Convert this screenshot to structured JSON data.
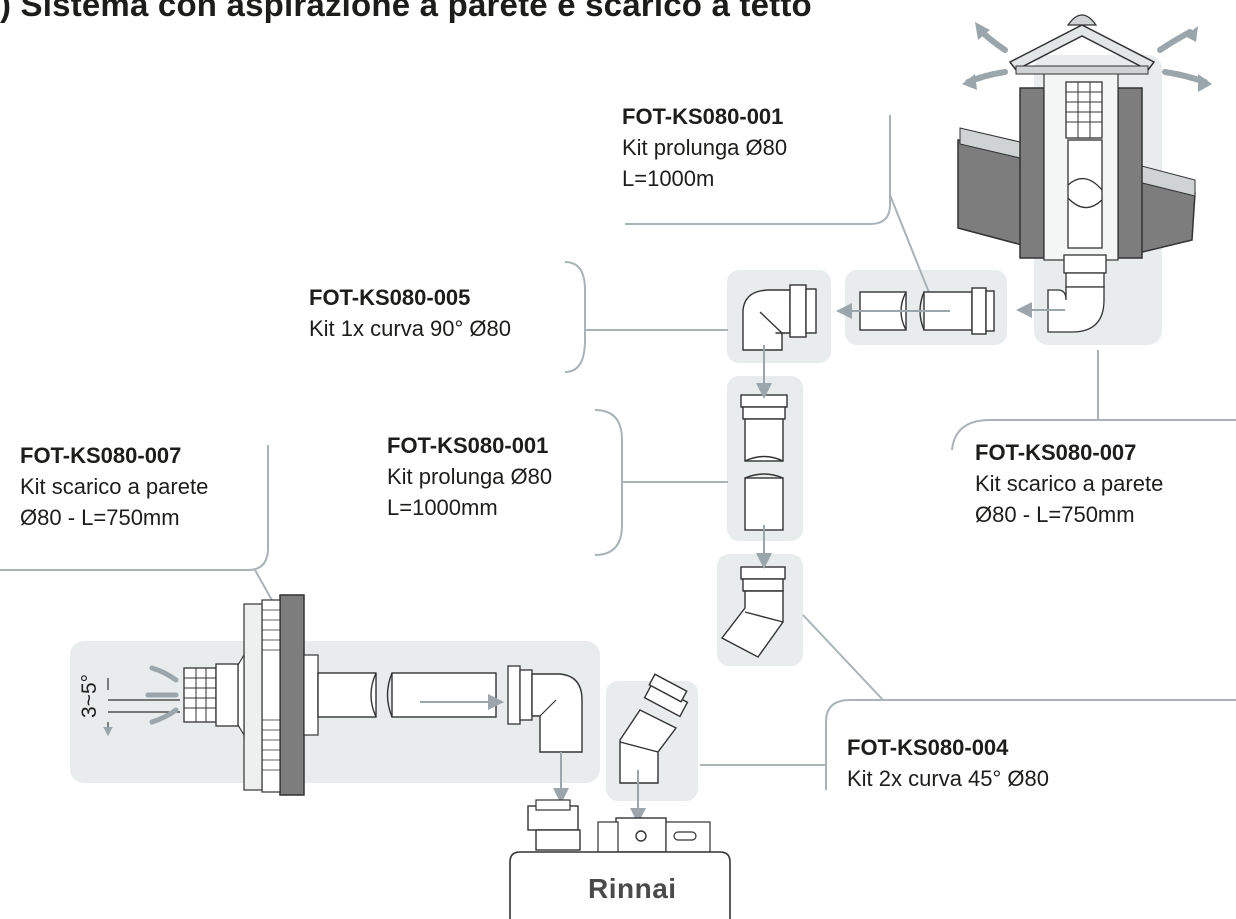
{
  "title": ") Sistema con aspirazione a parete e scarico a tetto",
  "labels": [
    {
      "code": "FOT-KS080-001",
      "line1": "Kit prolunga Ø80",
      "line2": "L=1000m"
    },
    {
      "code": "FOT-KS080-005",
      "line1": "Kit 1x curva 90° Ø80",
      "line2": ""
    },
    {
      "code": "FOT-KS080-001",
      "line1": "Kit prolunga Ø80",
      "line2": "L=1000mm"
    },
    {
      "code": "FOT-KS080-007",
      "line1": "Kit scarico a parete",
      "line2": "Ø80 - L=750mm"
    },
    {
      "code": "FOT-KS080-007",
      "line1": "Kit scarico a parete",
      "line2": "Ø80 - L=750mm"
    },
    {
      "code": "FOT-KS080-004",
      "line1": "Kit 2x curva 45° Ø80",
      "line2": ""
    }
  ],
  "slope_label": "3~5°",
  "brand": "Rinnai",
  "colors": {
    "panel": "#e9ecec",
    "pipe_stroke": "#2a2a2a",
    "arrow": "#9aa6ab",
    "leader": "#aab4b8",
    "wall": "#7d7d7d"
  }
}
